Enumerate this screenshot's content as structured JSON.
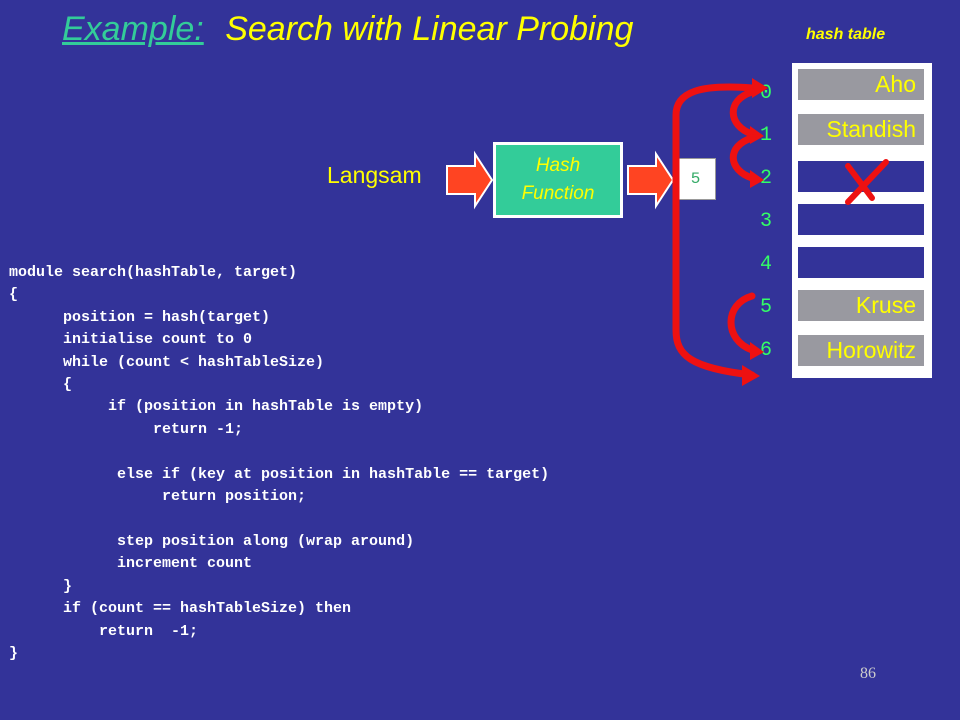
{
  "title": {
    "example": "Example:",
    "text": "Search with Linear Probing"
  },
  "hash_table_label": "hash table",
  "key": "Langsam",
  "hash_function": {
    "line1": "Hash",
    "line2": "Function"
  },
  "hash_output": "5",
  "indices": [
    "0",
    "1",
    "2",
    "3",
    "4",
    "5",
    "6"
  ],
  "table": [
    "Aho",
    "Standish",
    "",
    "",
    "",
    "Kruse",
    "Horowitz"
  ],
  "code": [
    "module search(hashTable, target)",
    "{",
    "      position = hash(target)",
    "      initialise count to 0",
    "      while (count < hashTableSize)",
    "      {",
    "           if (position in hashTable is empty)",
    "                return -1;",
    "",
    "            else if (key at position in hashTable == target)",
    "                 return position;",
    "",
    "            step position along (wrap around)",
    "            increment count",
    "      }",
    "      if (count == hashTableSize) then",
    "          return  -1;",
    "}"
  ],
  "page_number": "86",
  "colors": {
    "background": "#333399",
    "title": "#ffff00",
    "title_example": "#33cc99",
    "hash_function_fill": "#33cc99",
    "index": "#33ff66",
    "arrow": "#ff0000",
    "cell_filled": "#9999a0"
  }
}
